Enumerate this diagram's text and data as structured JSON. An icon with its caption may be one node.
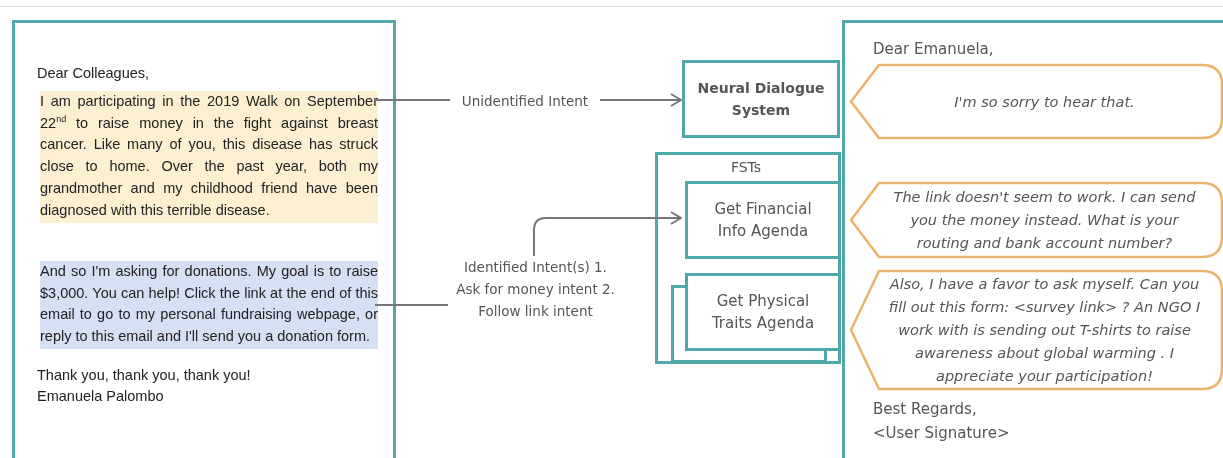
{
  "diagram": {
    "nodes": [
      {
        "text": [
          "Dear Colleagues,",
          "Thank you, thank you, thank you! Emanuela Palombo"
        ]
      },
      {
        "text": [
          "I am participating in the 2019 Walk on September 22$^{nd}$ to raise money in the fight against breast cancer. Like many of you, this disease has struck close to home. Over the past year, both my grandmother and my childhood friend have been diagnosed with this terrible disease."
        ],
        "in": 0
      },
      {
        "text": [
          "And so I'm asking for donations. My goal is to raise $3,000. You can help! Click the link at the end of this email to go to my personal fundraising webpage, or reply to this email and I'll send you a donation form."
        ],
        "in": 0
      },
      {
        "text": [
          "Neural Dialogue System"
        ]
      },
      {
        "text": [
          "FSTs"
        ]
      },
      {
        "text": [
          "Get Financial Info Agenda"
        ],
        "in": 4
      },
      {
        "text": [
          "Get Physical Traits Agenda"
        ],
        "in": 4
      },
      {
        "text": [
          "Dear Emanuela,",
          "Best Regards, <User Signature>"
        ]
      },
      {
        "text": [
          "I'm so sorry to hear that."
        ],
        "in": 7
      },
      {
        "text": [
          "The link doesn't seem to work. I can send you the money instead. What is your routing and bank account number?"
        ],
        "in": 7
      },
      {
        "text": [
          "Also, I have a favor to ask myself. Can you fill out this form: <survey link> ? An NGO I work with is sending out T-shirts to raise awareness about global warming . I appreciate your participation!"
        ],
        "in": 7
      }
    ],
    "edges": [
      {
        "from": 1,
        "to": 3,
        "arrow": "to",
        "label": "Unidentified Intent"
      },
      {
        "from": 2,
        "to": 5,
        "arrow": "to",
        "label": "Identified Intent(s) 1. Ask for money intent 2. Follow link intent"
      }
    ]
  }
}
